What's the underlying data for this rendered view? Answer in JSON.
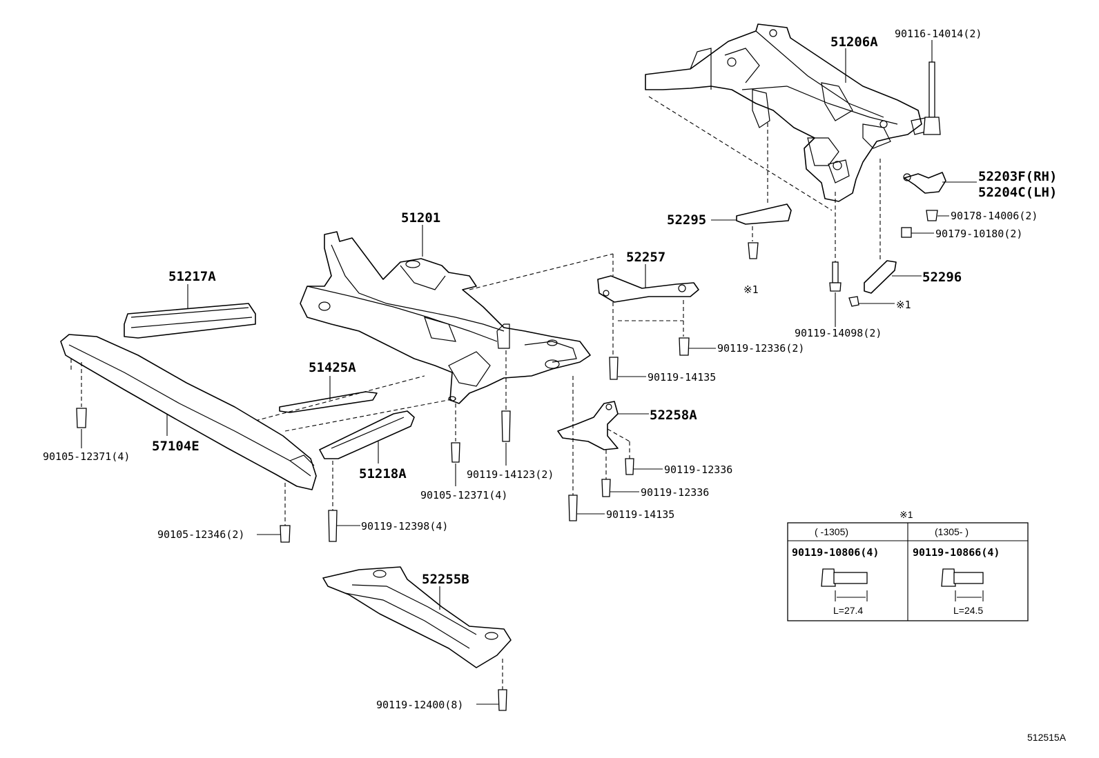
{
  "parts": {
    "p51206A": "51206A",
    "p90116_14014": "90116-14014(2)",
    "p52203F": "52203F(RH)",
    "p52204C": "52204C(LH)",
    "p90178_14006": "90178-14006(2)",
    "p90179_10180": "90179-10180(2)",
    "p52295": "52295",
    "p52296": "52296",
    "note1_a": "※1",
    "note1_b": "※1",
    "p90119_14098": "90119-14098(2)",
    "p51201": "51201",
    "p52257": "52257",
    "p90119_12336_2": "90119-12336(2)",
    "p90119_14135_a": "90119-14135",
    "p51217A": "51217A",
    "p51425A": "51425A",
    "p52258A": "52258A",
    "p90119_12336_a": "90119-12336",
    "p90119_12336_b": "90119-12336",
    "p90119_14135_b": "90119-14135",
    "p57104E": "57104E",
    "p90105_12371_a": "90105-12371(4)",
    "p51218A": "51218A",
    "p90119_14123": "90119-14123(2)",
    "p90105_12371_b": "90105-12371(4)",
    "p90105_12346": "90105-12346(2)",
    "p90119_12398": "90119-12398(4)",
    "p52255B": "52255B",
    "p90119_12400": "90119-12400(8)",
    "diagram_id": "512515A"
  },
  "note_table": {
    "title": "※1",
    "col1_header": "(   -1305)",
    "col2_header": "(1305-   )",
    "col1_part": "90119-10806(4)",
    "col2_part": "90119-10866(4)",
    "col1_length": "L=27.4",
    "col2_length": "L=24.5"
  }
}
